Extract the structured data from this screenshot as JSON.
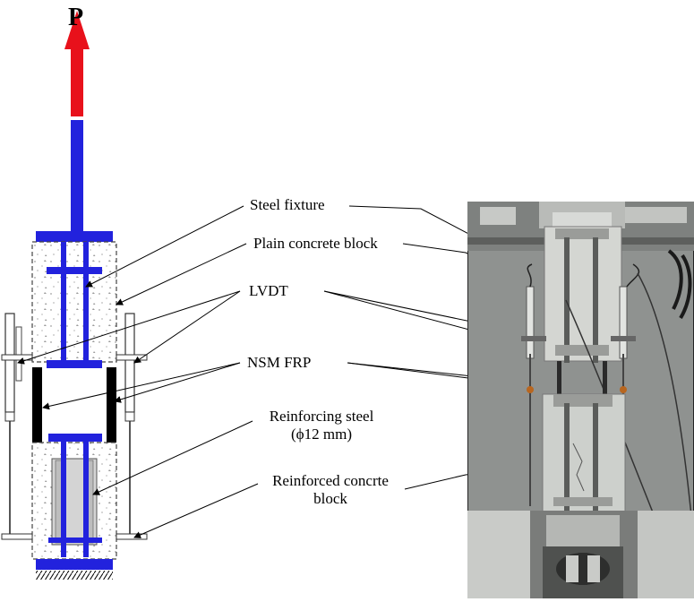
{
  "load": {
    "label": "P"
  },
  "labels": {
    "steel_fixture": "Steel fixture",
    "plain_block": "Plain concrete block",
    "lvdt": "LVDT",
    "nsm_frp": "NSM FRP",
    "reinforcing_steel_line1": "Reinforcing steel",
    "reinforcing_steel_line2": "(ϕ12 mm)",
    "reinforced_block_line1": "Reinforced concrte",
    "reinforced_block_line2": "block"
  },
  "colors": {
    "steel_fixture": "#2222dd",
    "load_arrow": "#e8111b",
    "frp": "#000000",
    "concrete": "#eeeeee",
    "rebar": "#bdbdbd"
  }
}
